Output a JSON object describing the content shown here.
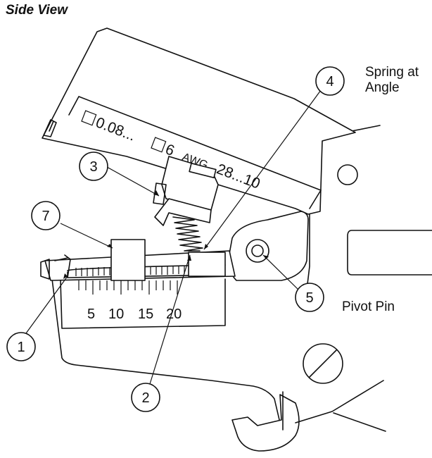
{
  "title": "Side View",
  "annotations": {
    "spring_label_line1": "Spring at",
    "spring_label_line2": "Angle",
    "pivot_label": "Pivot Pin"
  },
  "callouts": [
    "1",
    "2",
    "3",
    "4",
    "5",
    "7"
  ],
  "gauge_text": {
    "prefix": "0.08...",
    "mid": "6",
    "awg": "AWG",
    "range": "28...10"
  },
  "scale_labels": [
    "5",
    "10",
    "15",
    "20"
  ]
}
